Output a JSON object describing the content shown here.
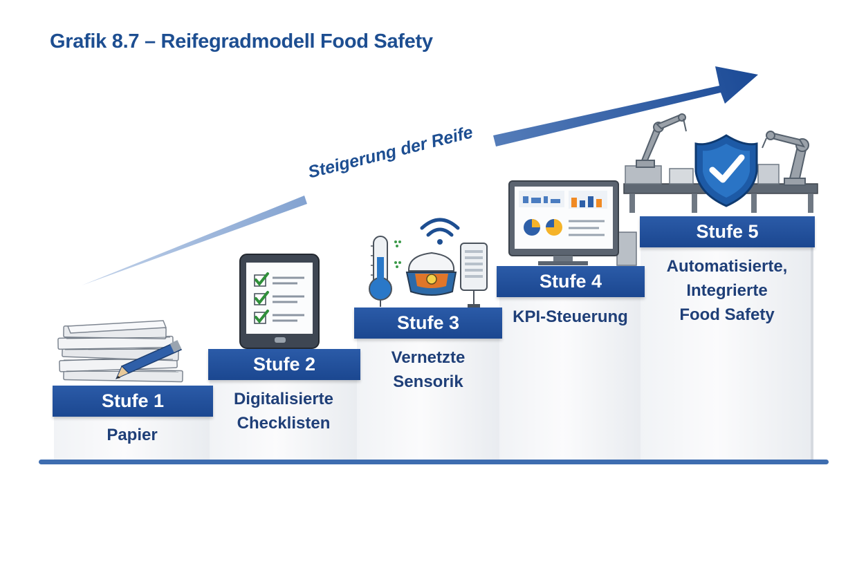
{
  "title": "Grafik 8.7 – Reifegradmodell Food Safety",
  "arrow_label": "Steigerung der Reife",
  "stages": [
    {
      "label": "Stufe 1",
      "description": [
        "Papier"
      ],
      "icon": "paper-stack-icon"
    },
    {
      "label": "Stufe 2",
      "description": [
        "Digitalisierte",
        "Checklisten"
      ],
      "icon": "tablet-checklist-icon"
    },
    {
      "label": "Stufe 3",
      "description": [
        "Vernetzte",
        "Sensorik"
      ],
      "icon": "sensor-network-icon"
    },
    {
      "label": "Stufe 4",
      "description": [
        "KPI-Steuerung"
      ],
      "icon": "kpi-dashboard-icon"
    },
    {
      "label": "Stufe 5",
      "description": [
        "Automatisierte,",
        "Integrierte",
        "Food Safety"
      ],
      "icon": "robot-shield-icon"
    }
  ],
  "colors": {
    "primary": "#1d4e91",
    "stage_header": "#2254a0",
    "arrow_start": "#c3d3ea",
    "arrow_end": "#1b4a96"
  }
}
